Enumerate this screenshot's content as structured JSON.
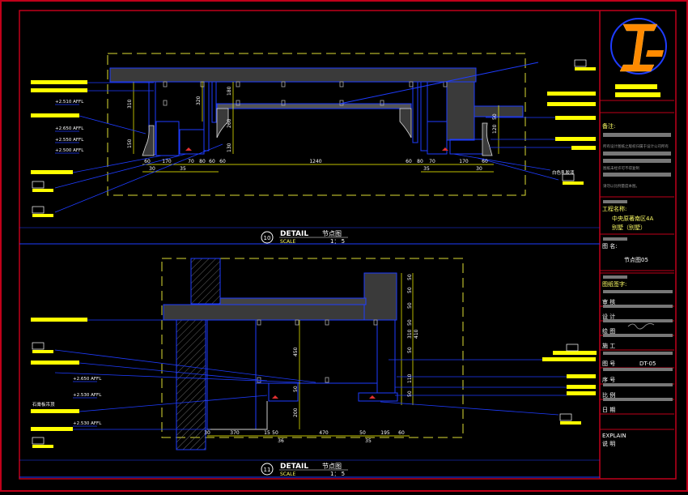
{
  "colors": {
    "background": "#000000",
    "frame": "#c0001a",
    "cad_blue": "#1e3cff",
    "dim_yellow": "#ffff00",
    "yellow_fill": "#ffff00",
    "dark_fill": "#3a3a3a",
    "gray_bar": "#777777",
    "white": "#ffffff",
    "yellow_text": "#ffff66",
    "guide_dash": "#dddd33"
  },
  "detail1": {
    "title": "DETAIL",
    "title_cn": "节点图",
    "scale_label": "SCALE",
    "scale_value": "1： 5",
    "marker": "10",
    "elevations": [
      "+2.510 AFFL",
      "+2.650 AFFL",
      "+2.550 AFFL",
      "+2.500 AFFL"
    ],
    "dims_left_vertical": [
      "310",
      "150"
    ],
    "dims_inner_vertical": [
      "320",
      "180",
      "260",
      "130"
    ],
    "dims_right_vertical": [
      "50",
      "120"
    ],
    "dims_bottom": [
      "60",
      "170",
      "70",
      "80",
      "60",
      "60",
      "1240",
      "60",
      "80",
      "70",
      "170",
      "60"
    ],
    "dims_bottom_sub": [
      "30",
      "35",
      "35",
      "30"
    ],
    "right_note": "白色乳胶漆"
  },
  "detail2": {
    "title": "DETAIL",
    "title_cn": "节点图",
    "scale_label": "SCALE",
    "scale_value": "1： 5",
    "marker": "11",
    "elevations": [
      "+2.650 AFFL",
      "+2.530 AFFL",
      "+2.530 AFFL"
    ],
    "left_note": "石膏板吊顶",
    "dims_vertical_right": [
      "50",
      "50",
      "50",
      "50",
      "50",
      "110",
      "310",
      "410",
      "50"
    ],
    "dims_vertical_mid": [
      "450",
      "50",
      "200"
    ],
    "dims_bottom": [
      "30",
      "370",
      "15",
      "50",
      "470",
      "50",
      "195",
      "60"
    ],
    "dims_bottom_sub": [
      "36",
      "35"
    ]
  },
  "title_block": {
    "remark_label": "备注:",
    "remark_text_1": "所有设计图纸之版权归属于设计公司所有",
    "remark_text_2": "图纸未经许可不得复制",
    "remark_text_3": "请勿以比例量度本图。",
    "project_label": "工程名称:",
    "project_name_1": "中央原著南区4A",
    "project_name_2": "别墅（别墅）",
    "drawing_label": "图  名:",
    "drawing_name": "节点图05",
    "scope_label": "图纸签字:",
    "rows": [
      {
        "label": "审  核",
        "value": ""
      },
      {
        "label": "设  计",
        "value": ""
      },
      {
        "label": "绘  图",
        "value": ""
      },
      {
        "label": "施  工",
        "value": ""
      },
      {
        "label": "图  号",
        "value": "DT-05"
      },
      {
        "label": "序  号",
        "value": ""
      },
      {
        "label": "比  例",
        "value": ""
      },
      {
        "label": "日  期",
        "value": ""
      }
    ],
    "explain_label": "EXPLAIN",
    "explain_cn": "说  明"
  }
}
